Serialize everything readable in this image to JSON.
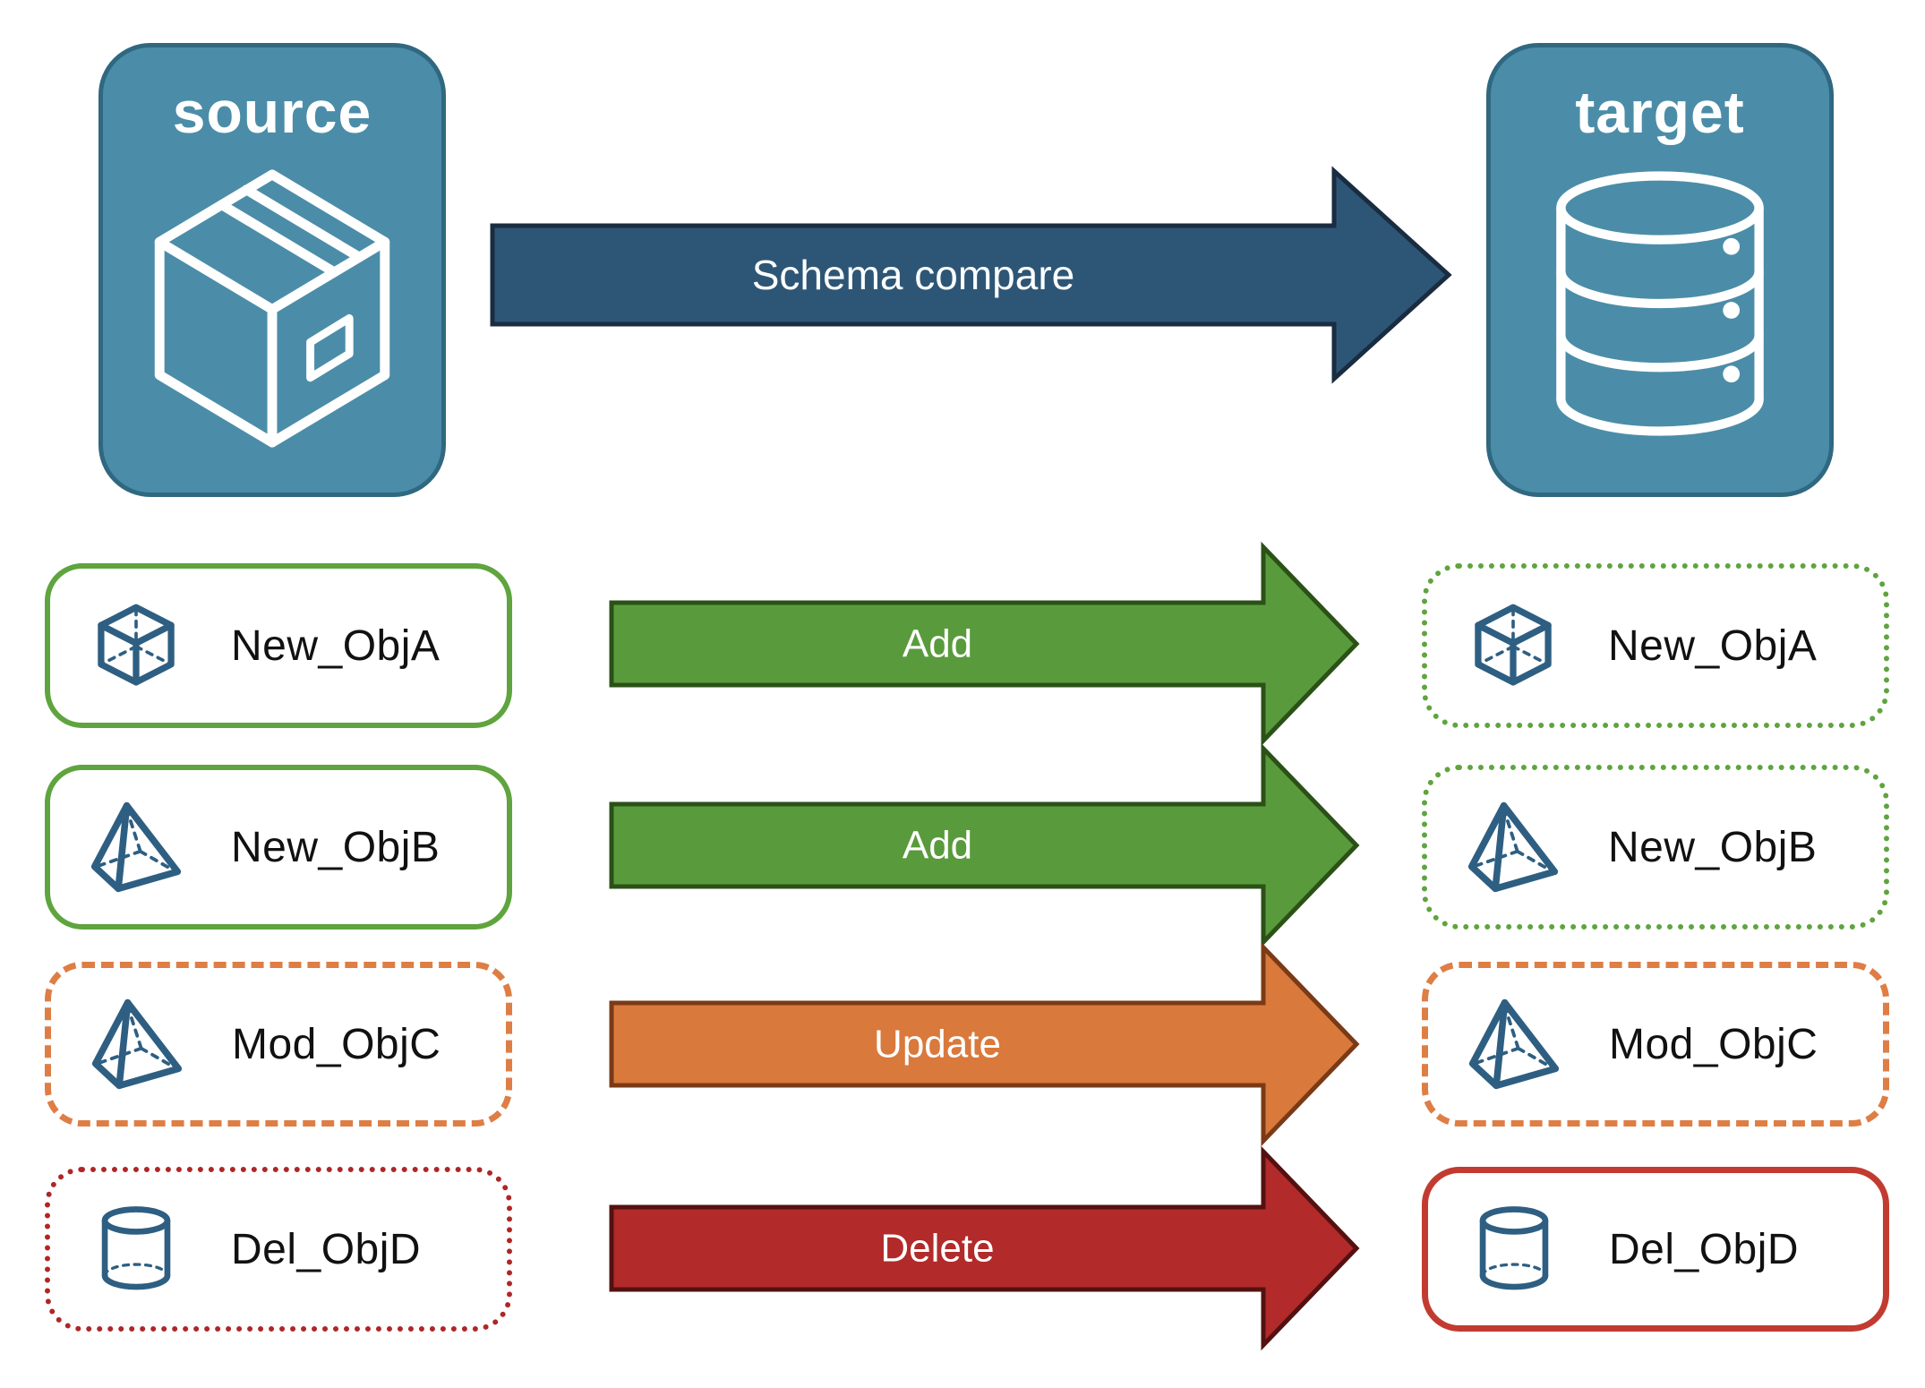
{
  "source_node": {
    "title": "source",
    "icon": "package-box"
  },
  "target_node": {
    "title": "target",
    "icon": "database"
  },
  "compare_arrow": {
    "label": "Schema compare",
    "direction": "right"
  },
  "rows": [
    {
      "left": {
        "label": "New_ObjA",
        "icon": "cube",
        "border": "solid green"
      },
      "arrow": {
        "label": "Add",
        "action": "add"
      },
      "right": {
        "label": "New_ObjA",
        "icon": "cube",
        "border": "dotted green"
      }
    },
    {
      "left": {
        "label": "New_ObjB",
        "icon": "pyramid",
        "border": "solid green"
      },
      "arrow": {
        "label": "Add",
        "action": "add"
      },
      "right": {
        "label": "New_ObjB",
        "icon": "pyramid",
        "border": "dotted green"
      }
    },
    {
      "left": {
        "label": "Mod_ObjC",
        "icon": "pyramid",
        "border": "dashed orange"
      },
      "arrow": {
        "label": "Update",
        "action": "update"
      },
      "right": {
        "label": "Mod_ObjC",
        "icon": "pyramid",
        "border": "dashed orange"
      }
    },
    {
      "left": {
        "label": "Del_ObjD",
        "icon": "cylinder",
        "border": "dotted red"
      },
      "arrow": {
        "label": "Delete",
        "action": "delete"
      },
      "right": {
        "label": "Del_ObjD",
        "icon": "cylinder",
        "border": "solid red"
      }
    }
  ],
  "colors": {
    "node_fill": "#4B8DA8",
    "node_border": "#2F6880",
    "compare_arrow_fill": "#2D5676",
    "compare_arrow_border": "#1A2C40",
    "add_arrow_fill": "#599B3C",
    "add_arrow_border": "#2B5117",
    "update_arrow_fill": "#D9793C",
    "update_arrow_border": "#7A3A16",
    "delete_arrow_fill": "#B22A2A",
    "delete_arrow_border": "#541111",
    "green_border": "#5FA43E",
    "orange_border": "#DE7E45",
    "red_dotted_border": "#AF2626",
    "red_solid_border": "#C23B31",
    "icon_blue": "#2E5F82",
    "label_text": "#111111",
    "arrow_text": "#FFFFFF"
  }
}
